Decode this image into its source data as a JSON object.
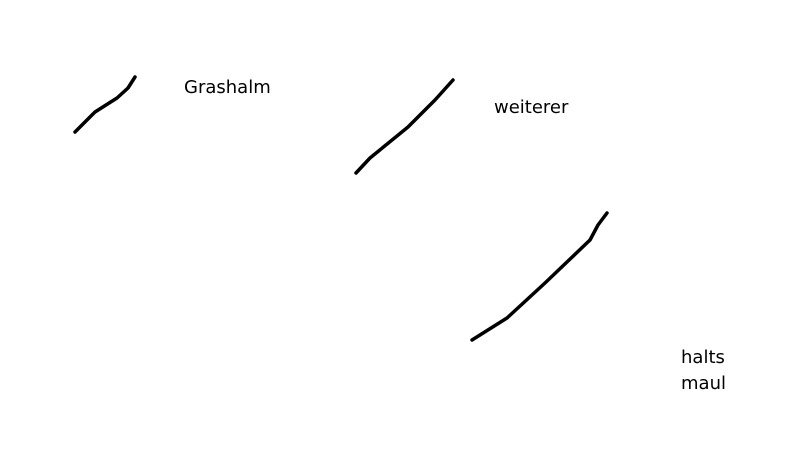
{
  "labels": {
    "grashalm": "Grashalm",
    "weiterer": "weiterer",
    "halts_maul": "halts\nmaul"
  },
  "colors": {
    "stroke": "#000000",
    "background": "#ffffff"
  }
}
